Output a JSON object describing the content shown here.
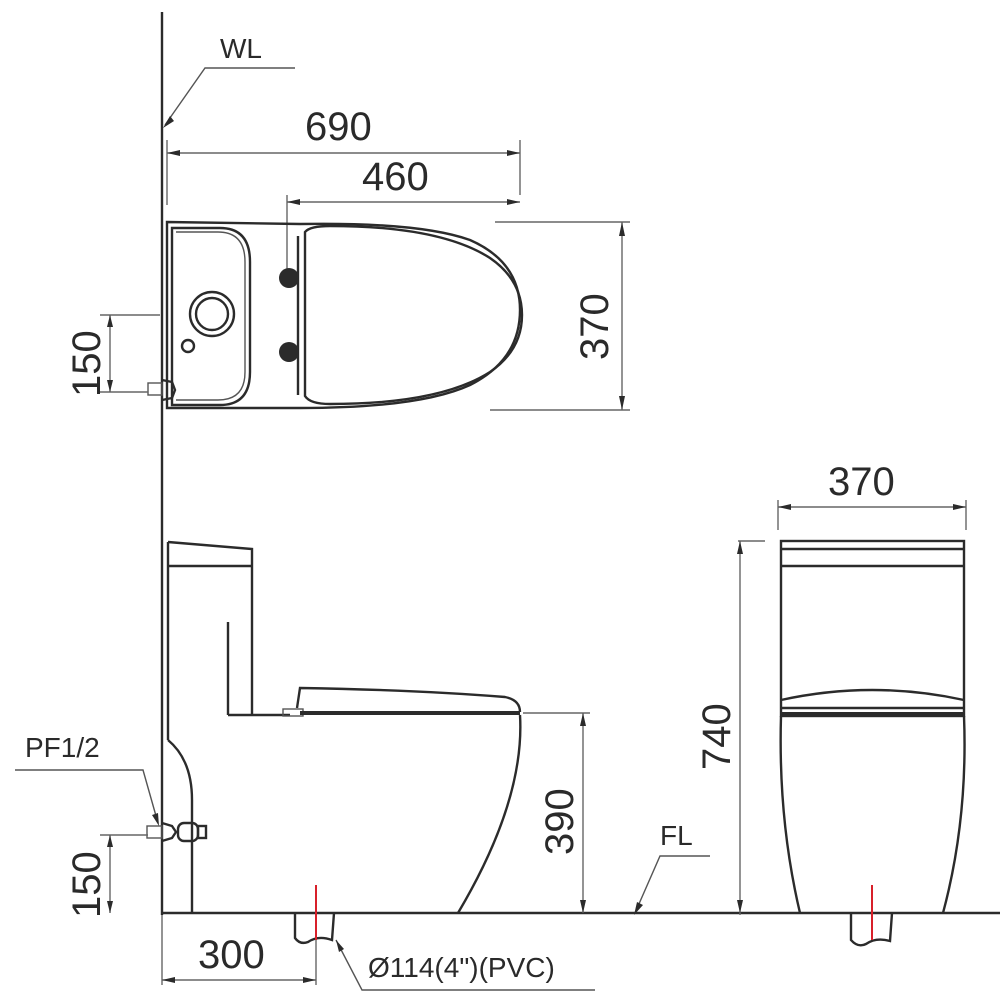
{
  "drawing": {
    "title": "One-piece toilet dimensional drawing",
    "units": "mm",
    "accent_red": "#d8202a",
    "line_color": "#2b2b2b"
  },
  "labels": {
    "wall_line": "WL",
    "floor_line": "FL",
    "water_supply": "PF1/2",
    "drain_pipe": "Ø114(4\")(PVC)"
  },
  "top_view": {
    "overall_depth": "690",
    "bowl_depth": "460",
    "width": "370",
    "supply_offset": "150"
  },
  "side_view": {
    "seat_height": "390",
    "supply_height": "150",
    "rough_in": "300"
  },
  "front_view": {
    "width": "370",
    "overall_height": "740"
  }
}
